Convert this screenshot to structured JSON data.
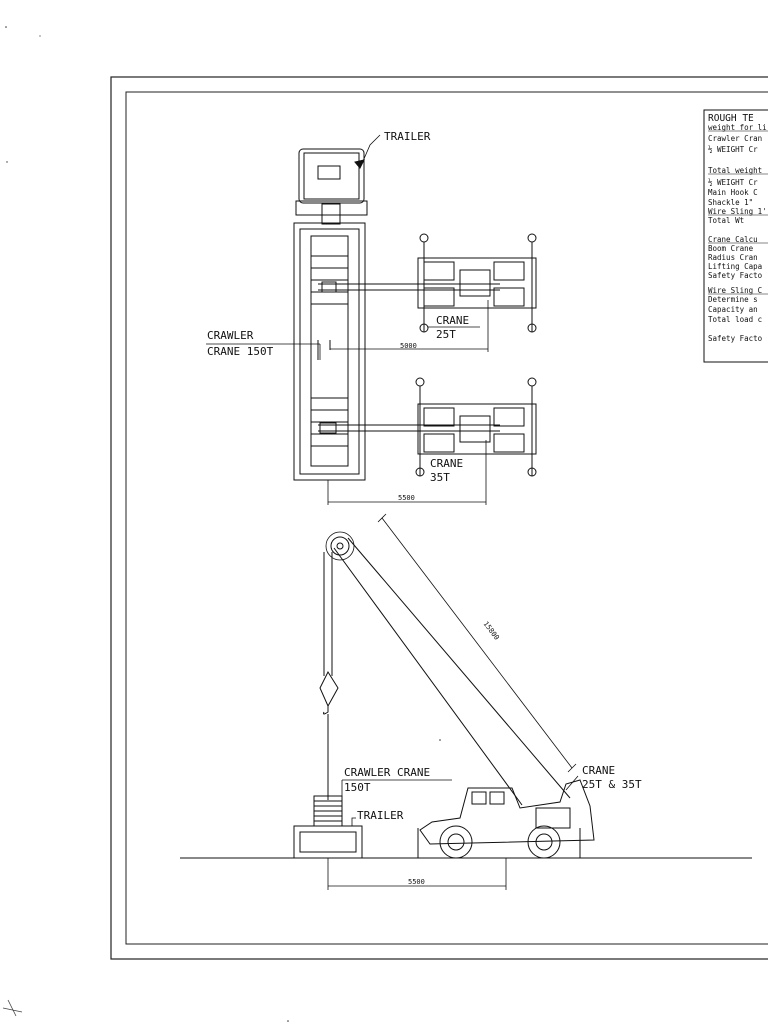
{
  "plan_view": {
    "trailer_label": "TRAILER",
    "crawler_label_line1": "CRAWLER",
    "crawler_label_line2": "CRANE 150T",
    "crane_upper_line1": "CRANE",
    "crane_upper_line2": "25T",
    "crane_lower_line1": "CRANE",
    "crane_lower_line2": "35T",
    "dim_upper": "5000",
    "dim_lower": "5500"
  },
  "elevation_view": {
    "crawler_line1": "CRAWLER CRANE",
    "crawler_line2": "150T",
    "trailer_label": "TRAILER",
    "crane_line1": "CRANE",
    "crane_line2": "25T & 35T",
    "boom_length": "15800",
    "dim_ground": "5500"
  },
  "title_block": {
    "heading": "ROUGH TE",
    "lines": [
      "weight for li",
      "Crawler Cran",
      "½ WEIGHT Cr",
      "Total weight",
      "½ WEIGHT Cr",
      "Main Hook C",
      "Shackle 1\"",
      "Wire Sling 1'",
      "Total Wt",
      "Crane Calcu",
      "Boom Crane",
      "Radius Cran",
      "Lifting Capa",
      "Safety Facto",
      "Wire Sling C",
      "Determine s",
      "Capacity an",
      "Total load c",
      "Safety Facto"
    ]
  }
}
